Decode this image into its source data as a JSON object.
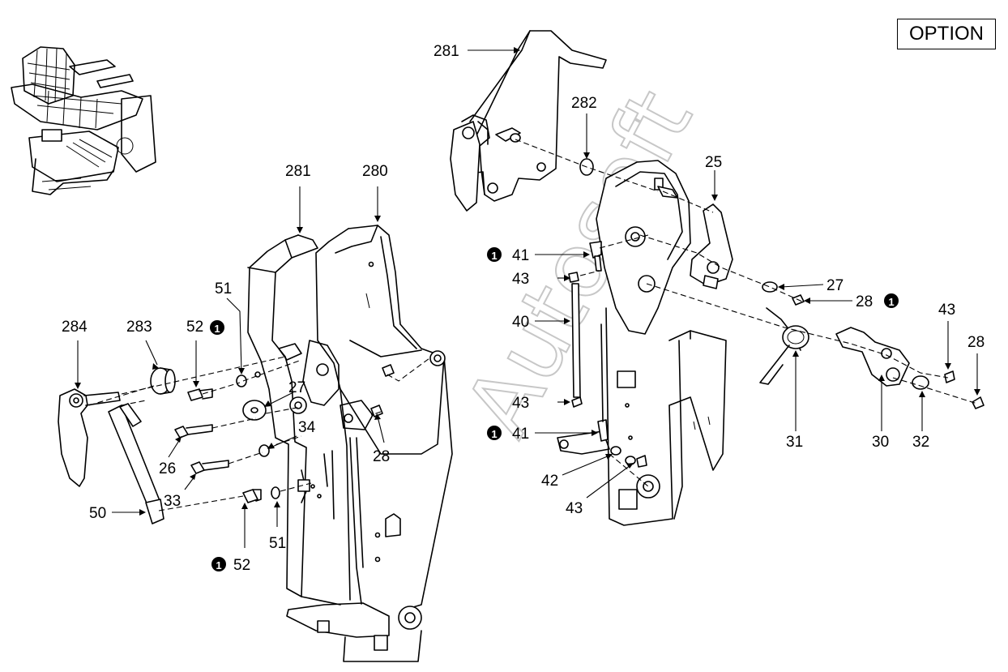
{
  "option_label": "OPTION",
  "watermark": "Autosoft",
  "marker_glyph": "1",
  "callouts": [
    {
      "id": "281",
      "text": "281"
    },
    {
      "id": "282",
      "text": "282"
    },
    {
      "id": "25",
      "text": "25"
    },
    {
      "id": "41",
      "text": "41"
    },
    {
      "id": "43",
      "text": "43"
    },
    {
      "id": "27",
      "text": "27"
    },
    {
      "id": "28",
      "text": "28"
    },
    {
      "id": "40",
      "text": "40"
    },
    {
      "id": "31",
      "text": "31"
    },
    {
      "id": "30",
      "text": "30"
    },
    {
      "id": "32",
      "text": "32"
    },
    {
      "id": "42",
      "text": "42"
    },
    {
      "id": "280",
      "text": "280"
    },
    {
      "id": "51",
      "text": "51"
    },
    {
      "id": "284",
      "text": "284"
    },
    {
      "id": "283",
      "text": "283"
    },
    {
      "id": "52",
      "text": "52"
    },
    {
      "id": "26",
      "text": "26"
    },
    {
      "id": "33",
      "text": "33"
    },
    {
      "id": "34",
      "text": "34"
    },
    {
      "id": "50",
      "text": "50"
    }
  ]
}
